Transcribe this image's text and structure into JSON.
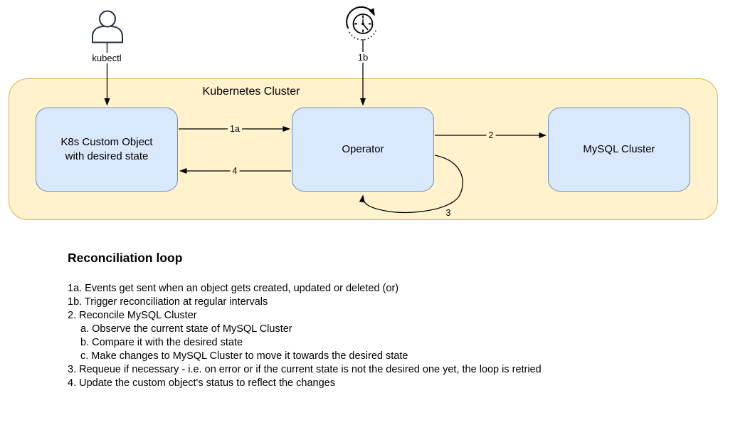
{
  "diagram": {
    "cluster": {
      "label": "Kubernetes Cluster"
    },
    "external": {
      "kubectl_label": "kubectl",
      "timer_label": "1b"
    },
    "nodes": {
      "custom_object": {
        "line1": "K8s Custom Object",
        "line2": "with desired state"
      },
      "operator": {
        "label": "Operator"
      },
      "mysql_cluster": {
        "label": "MySQL Cluster"
      }
    },
    "edge_labels": {
      "events": "1a",
      "reconcile": "2",
      "requeue": "3",
      "update_status": "4"
    },
    "icons": {
      "user": "user-icon",
      "timer": "recurring-timer-icon"
    },
    "colors": {
      "cluster_fill": "#FFF2CC",
      "cluster_stroke": "#D6B656",
      "node_fill": "#DAE8FC",
      "node_stroke": "#6C8EBF",
      "user_icon_stroke": "#233041",
      "line": "#000000"
    }
  },
  "legend": {
    "title": "Reconciliation loop",
    "lines": [
      {
        "text": "1a. Events get sent when an object gets created, updated or deleted (or)",
        "indent": false
      },
      {
        "text": "1b. Trigger reconciliation at regular intervals",
        "indent": false
      },
      {
        "text": "2. Reconcile MySQL Cluster",
        "indent": false
      },
      {
        "text": "a. Observe the current state of MySQL Cluster",
        "indent": true
      },
      {
        "text": "b. Compare it with the desired state",
        "indent": true
      },
      {
        "text": "c. Make changes to MySQL Cluster to move it towards the desired state",
        "indent": true
      },
      {
        "text": "3. Requeue if necessary - i.e. on error or if the current state is not the desired one yet, the loop is retried",
        "indent": false
      },
      {
        "text": "4. Update the custom object's status to reflect the changes",
        "indent": false
      }
    ]
  }
}
